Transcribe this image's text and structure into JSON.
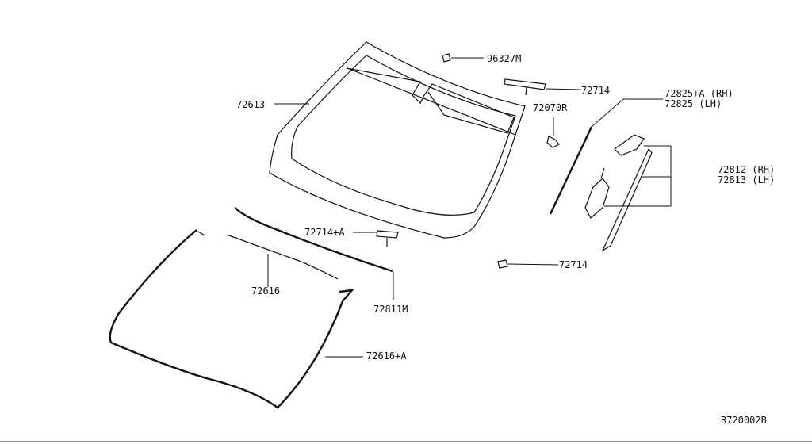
{
  "labels": {
    "p96327m": "96327M",
    "p72714_top": "72714",
    "p72070r": "72070R",
    "p72825a_rh": "72825+A (RH)",
    "p72825_lh": "72825 (LH)",
    "p72613": "72613",
    "p72812_rh": "72812 (RH)",
    "p72813_lh": "72813 (LH)",
    "p72714a": "72714+A",
    "p72714_bottom": "72714",
    "p72616": "72616",
    "p72811m": "72811M",
    "p72616a": "72616+A"
  },
  "ref_code": "R720002B"
}
